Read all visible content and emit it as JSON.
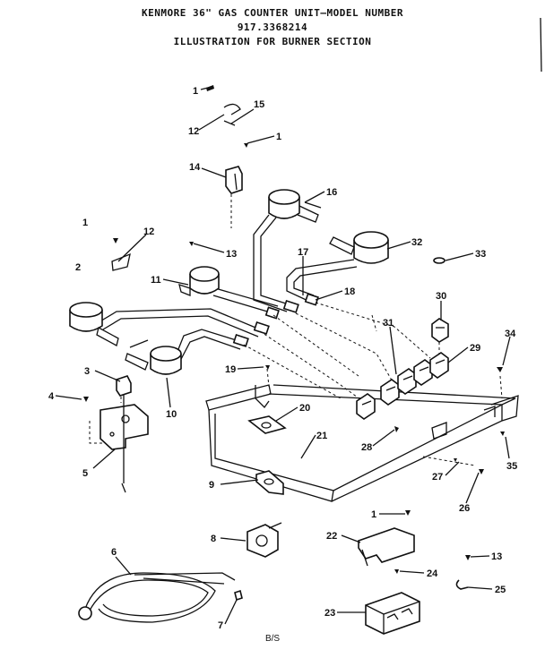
{
  "title": {
    "line1": "KENMORE 36\" GAS COUNTER UNIT—MODEL NUMBER",
    "line2": "917.3368214",
    "line3": "ILLUSTRATION FOR BURNER SECTION"
  },
  "footer": "B/S",
  "callouts": [
    "1",
    "12",
    "15",
    "1",
    "14",
    "16",
    "1",
    "12",
    "13",
    "32",
    "33",
    "2",
    "11",
    "17",
    "18",
    "30",
    "31",
    "29",
    "34",
    "3",
    "19",
    "4",
    "10",
    "20",
    "21",
    "28",
    "5",
    "35",
    "27",
    "9",
    "26",
    "1",
    "13",
    "8",
    "22",
    "24",
    "6",
    "25",
    "7",
    "23"
  ]
}
